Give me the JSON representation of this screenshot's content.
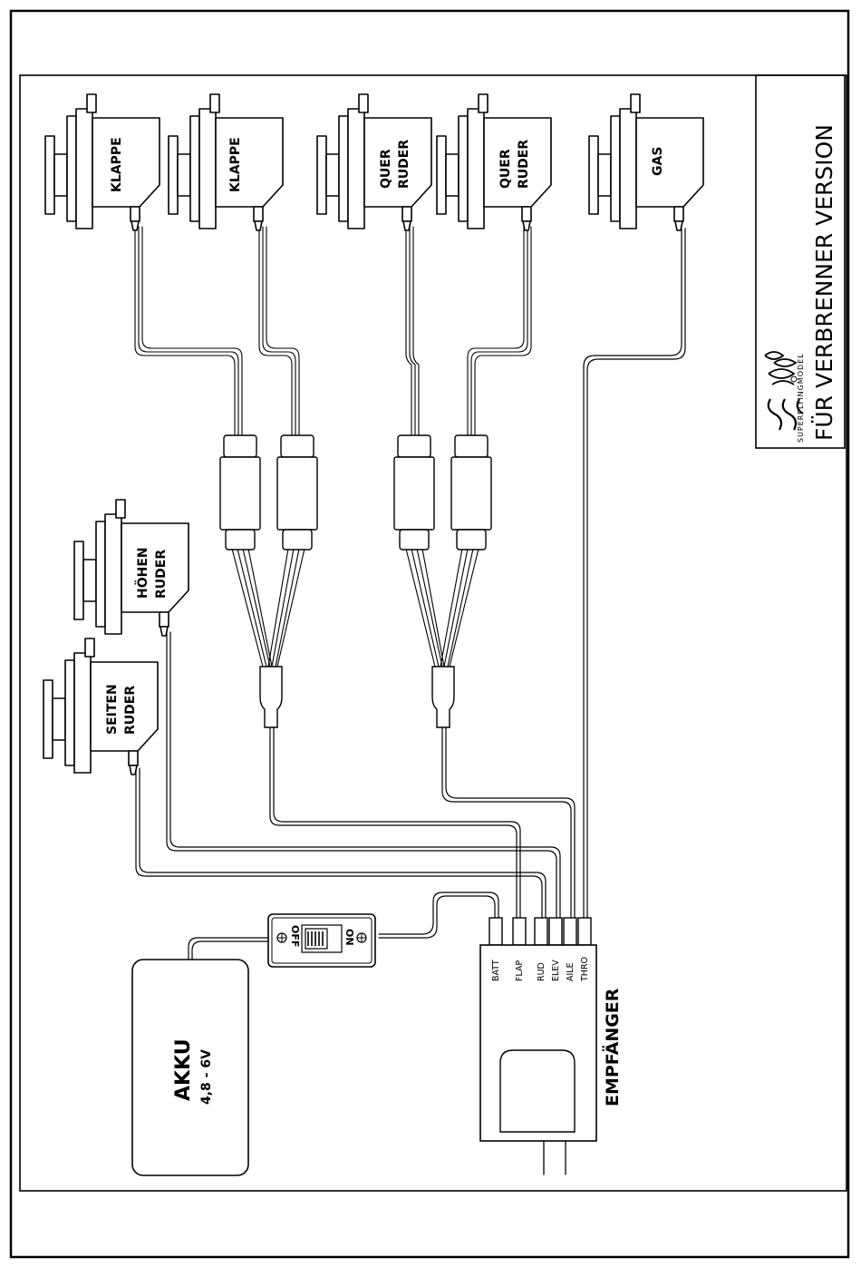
{
  "title": "FÜR VERBRENNER VERSION",
  "logo_text": "SUPERFLYINGMODEL",
  "servos": {
    "klappe_1": [
      "KLAPPE"
    ],
    "klappe_2": [
      "KLAPPE"
    ],
    "querruder_1": [
      "QUER",
      "RUDER"
    ],
    "querruder_2": [
      "QUER",
      "RUDER"
    ],
    "gas": [
      "GAS"
    ],
    "hoehenruder": [
      "HÖHEN",
      "RUDER"
    ],
    "seitenruder": [
      "SEITEN",
      "RUDER"
    ]
  },
  "battery": {
    "label": "AKKU",
    "voltage": "4,8 - 6V"
  },
  "switch": {
    "off_label": "OFF",
    "on_label": "ON"
  },
  "receiver": {
    "label": "EMPFÄNGER",
    "channels": [
      "BATT",
      "FLAP",
      "RUD",
      "ELEV",
      "AILE",
      "THRO"
    ]
  }
}
